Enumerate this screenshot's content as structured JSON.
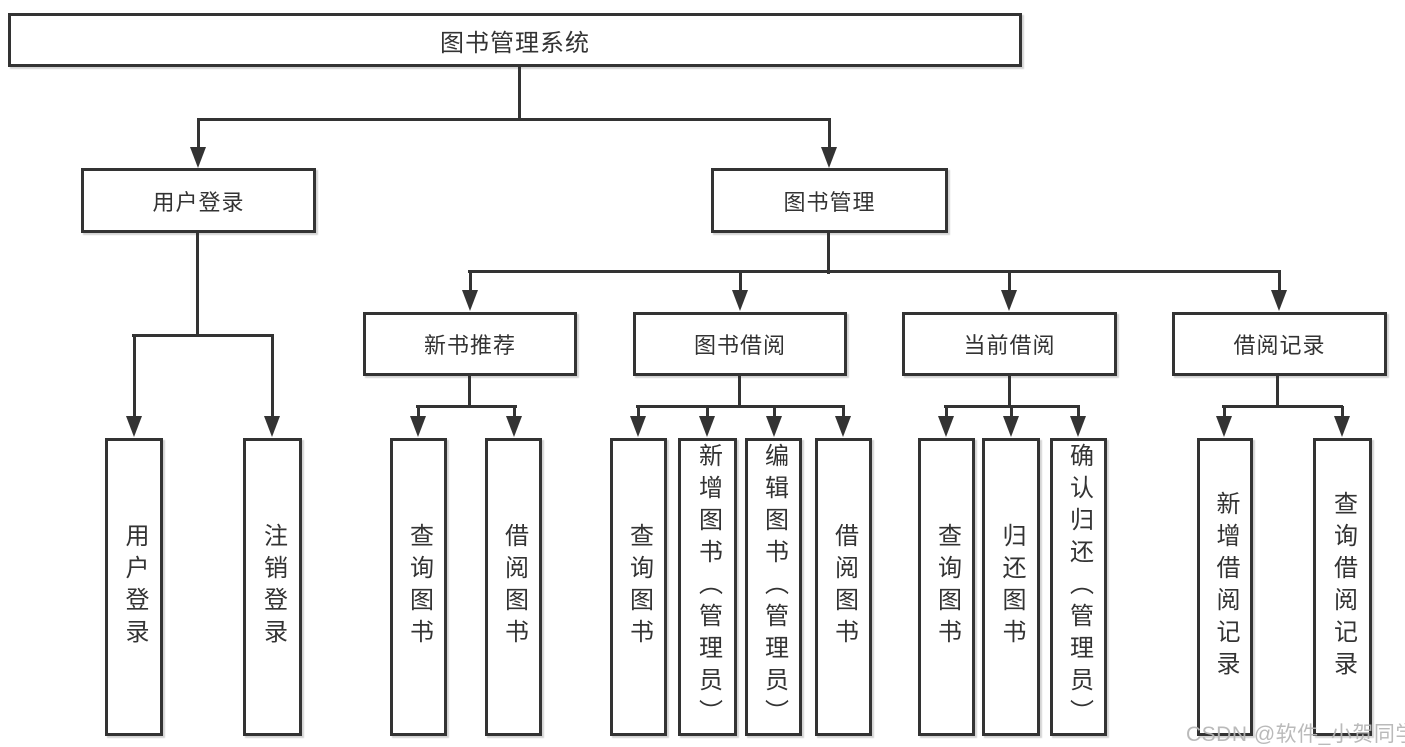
{
  "diagram": {
    "root": {
      "label": "图书管理系统"
    },
    "branches": {
      "user_login": {
        "label": "用户登录",
        "children": {
          "login": "用户登录",
          "logout": "注销登录"
        }
      },
      "book_mgmt": {
        "label": "图书管理"
      }
    },
    "modules": {
      "new_book": {
        "label": "新书推荐",
        "children": {
          "query": "查询图书",
          "borrow": "借阅图书"
        }
      },
      "book_borrow": {
        "label": "图书借阅",
        "children": {
          "query": "查询图书",
          "add": "新增图书（管理员）",
          "edit": "编辑图书（管理员）",
          "borrow": "借阅图书"
        }
      },
      "current_borrow": {
        "label": "当前借阅",
        "children": {
          "query": "查询图书",
          "return": "归还图书",
          "confirm": "确认归还（管理员）"
        }
      },
      "borrow_record": {
        "label": "借阅记录",
        "children": {
          "add": "新增借阅记录",
          "query": "查询借阅记录"
        }
      }
    }
  },
  "watermark": {
    "text": "CSDN @软件_小贺同学"
  },
  "colors": {
    "line": "#333333",
    "text": "#333333",
    "watermark": "#b6b6b6",
    "background": "#ffffff"
  }
}
